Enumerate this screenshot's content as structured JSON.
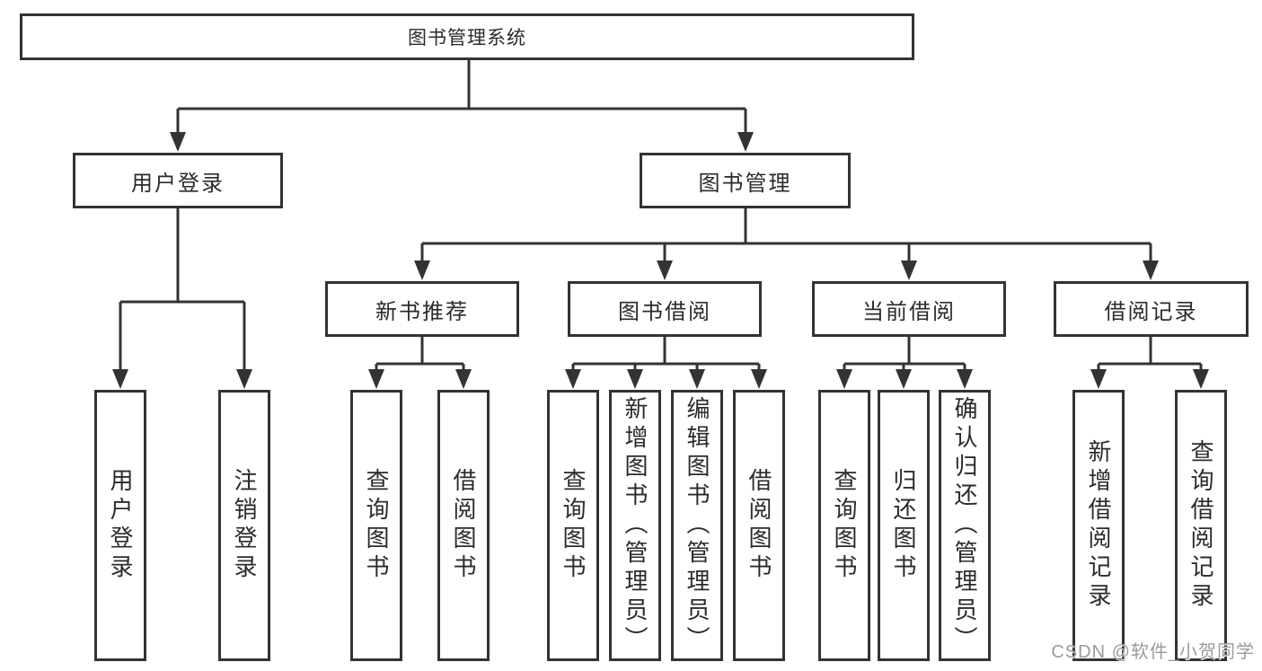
{
  "diagram": {
    "root": {
      "label": "图书管理系统"
    },
    "branches": [
      {
        "label": "用户登录",
        "children": [
          {
            "label": "用户登录"
          },
          {
            "label": "注销登录"
          }
        ]
      },
      {
        "label": "图书管理",
        "sections": [
          {
            "label": "新书推荐",
            "children": [
              {
                "label": "查询图书"
              },
              {
                "label": "借阅图书"
              }
            ]
          },
          {
            "label": "图书借阅",
            "children": [
              {
                "label": "查询图书"
              },
              {
                "label": "新增图书（管理员）"
              },
              {
                "label": "编辑图书（管理员）"
              },
              {
                "label": "借阅图书"
              }
            ]
          },
          {
            "label": "当前借阅",
            "children": [
              {
                "label": "查询图书"
              },
              {
                "label": "归还图书"
              },
              {
                "label": "确认归还（管理员）"
              }
            ]
          },
          {
            "label": "借阅记录",
            "children": [
              {
                "label": "新增借阅记录"
              },
              {
                "label": "查询借阅记录"
              }
            ]
          }
        ]
      }
    ]
  },
  "watermark": "CSDN @软件_小贺同学"
}
